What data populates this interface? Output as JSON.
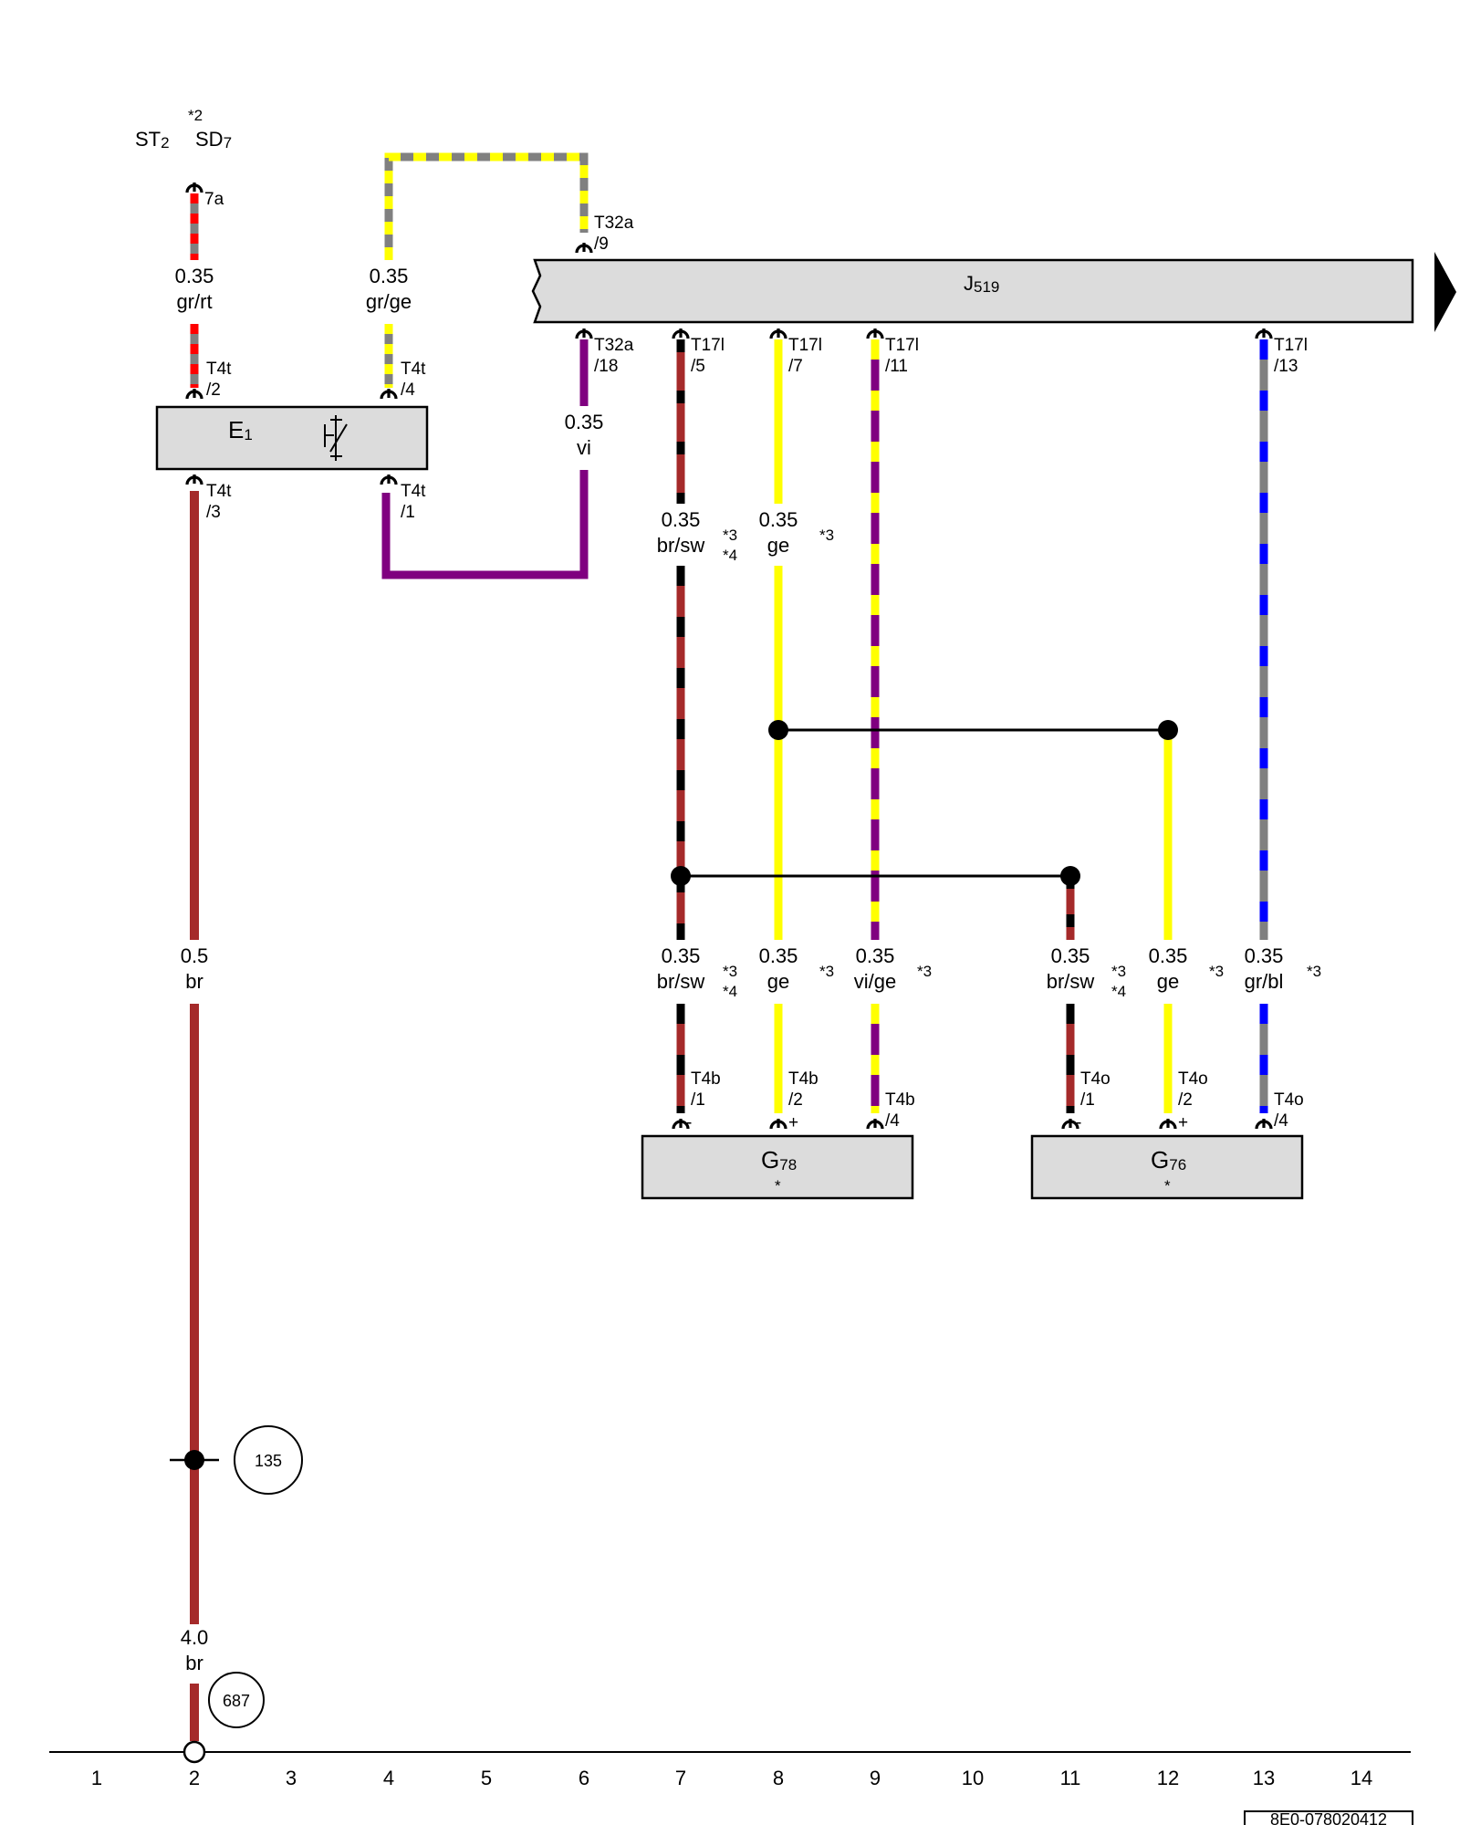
{
  "colors": {
    "br": "#a52a2a",
    "sw": "#000000",
    "gr": "#808080",
    "ge": "#ffff00",
    "rt": "#ff0000",
    "vi": "#800080",
    "bl": "#0000ff",
    "box_fill": "#dcdcdc"
  },
  "top_refs": {
    "st": "ST",
    "st_sub": "2",
    "sd_note": "*2",
    "sd": "SD",
    "sd_sub": "7"
  },
  "components": {
    "j519": {
      "name": "J",
      "sub": "519"
    },
    "e1": {
      "name": "E",
      "sub": "1"
    },
    "g78": {
      "name": "G",
      "sub": "78",
      "note": "*"
    },
    "g76": {
      "name": "G",
      "sub": "76",
      "note": "*"
    }
  },
  "pins": {
    "p7a": "7a",
    "t4t_2": [
      "T4t",
      "/2"
    ],
    "t4t_4": [
      "T4t",
      "/4"
    ],
    "t4t_3": [
      "T4t",
      "/3"
    ],
    "t4t_1": [
      "T4t",
      "/1"
    ],
    "t32a_9": [
      "T32a",
      "/9"
    ],
    "t32a_18": [
      "T32a",
      "/18"
    ],
    "t17l_5": [
      "T17l",
      "/5"
    ],
    "t17l_7": [
      "T17l",
      "/7"
    ],
    "t17l_11": [
      "T17l",
      "/11"
    ],
    "t17l_13": [
      "T17l",
      "/13"
    ],
    "t4b_1": [
      "T4b",
      "/1"
    ],
    "t4b_2": [
      "T4b",
      "/2"
    ],
    "t4b_4": [
      "T4b",
      "/4"
    ],
    "t4o_1": [
      "T4o",
      "/1"
    ],
    "t4o_2": [
      "T4o",
      "/2"
    ],
    "t4o_4": [
      "T4o",
      "/4"
    ]
  },
  "wire_labels": {
    "w_grrt": [
      "0.35",
      "gr/rt"
    ],
    "w_grge": [
      "0.35",
      "gr/ge"
    ],
    "w_vi": [
      "0.35",
      "vi"
    ],
    "w_brsw_top": [
      "0.35",
      "br/sw"
    ],
    "w_ge_top": [
      "0.35",
      "ge"
    ],
    "w_br05": [
      "0.5",
      "br"
    ],
    "w_brsw_g78": [
      "0.35",
      "br/sw"
    ],
    "w_ge_g78": [
      "0.35",
      "ge"
    ],
    "w_vige_g78": [
      "0.35",
      "vi/ge"
    ],
    "w_brsw_g76": [
      "0.35",
      "br/sw"
    ],
    "w_ge_g76": [
      "0.35",
      "ge"
    ],
    "w_grbl_g76": [
      "0.35",
      "gr/bl"
    ],
    "w_br40": [
      "4.0",
      "br"
    ]
  },
  "notes": {
    "n3": "*3",
    "n4": "*4"
  },
  "pin_marks": {
    "minus": "-",
    "plus": "+"
  },
  "refs": {
    "r135": "135",
    "r687": "687"
  },
  "columns": [
    "1",
    "2",
    "3",
    "4",
    "5",
    "6",
    "7",
    "8",
    "9",
    "10",
    "11",
    "12",
    "13",
    "14"
  ],
  "doc_id": "8E0-078020412"
}
